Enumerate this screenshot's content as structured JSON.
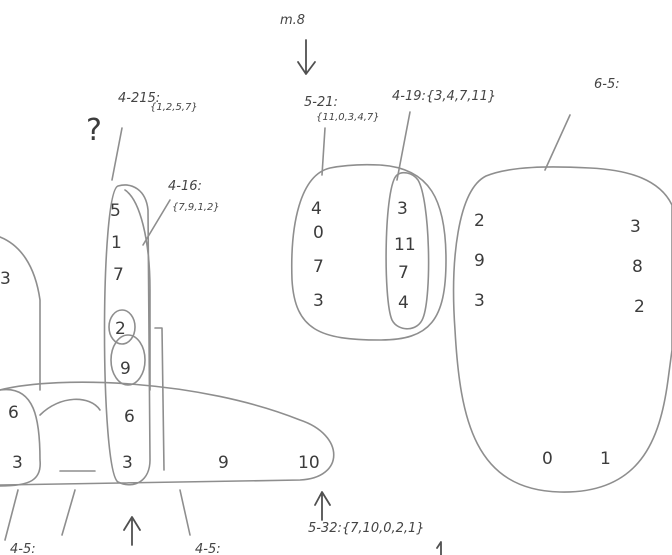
{
  "annotations": {
    "m8": "m.8",
    "set_4_215_name": "4-215:",
    "set_4_215_members": "{1,2,5,7}",
    "set_4_16_name": "4-16:",
    "set_4_16_members": "{7,9,1,2}",
    "set_5_21_name": "5-21:",
    "set_5_21_members": "{11,0,3,4,7}",
    "set_4_19": "4-19:{3,4,7,11}",
    "set_6_5_name": "6-5:",
    "set_5_32": "5-32:{7,10,0,2,1}",
    "left_bottom_note": "4-5:",
    "mid_bottom_note": "4-5:",
    "question_mark": "?"
  },
  "vertical_column": [
    "5",
    "1",
    "7",
    "2",
    "9",
    "6",
    "3"
  ],
  "horizontal_row": [
    "6",
    "3",
    "6",
    "3",
    "9",
    "10"
  ],
  "left_edge_digit": "3",
  "set_5_21_column": [
    "4",
    "0",
    "7",
    "3"
  ],
  "set_4_19_column": [
    "3",
    "11",
    "7",
    "4"
  ],
  "big_set_left": [
    "2",
    "9",
    "3"
  ],
  "big_set_right": [
    "3",
    "8",
    "2"
  ],
  "big_set_bottom": [
    "0",
    "1"
  ]
}
